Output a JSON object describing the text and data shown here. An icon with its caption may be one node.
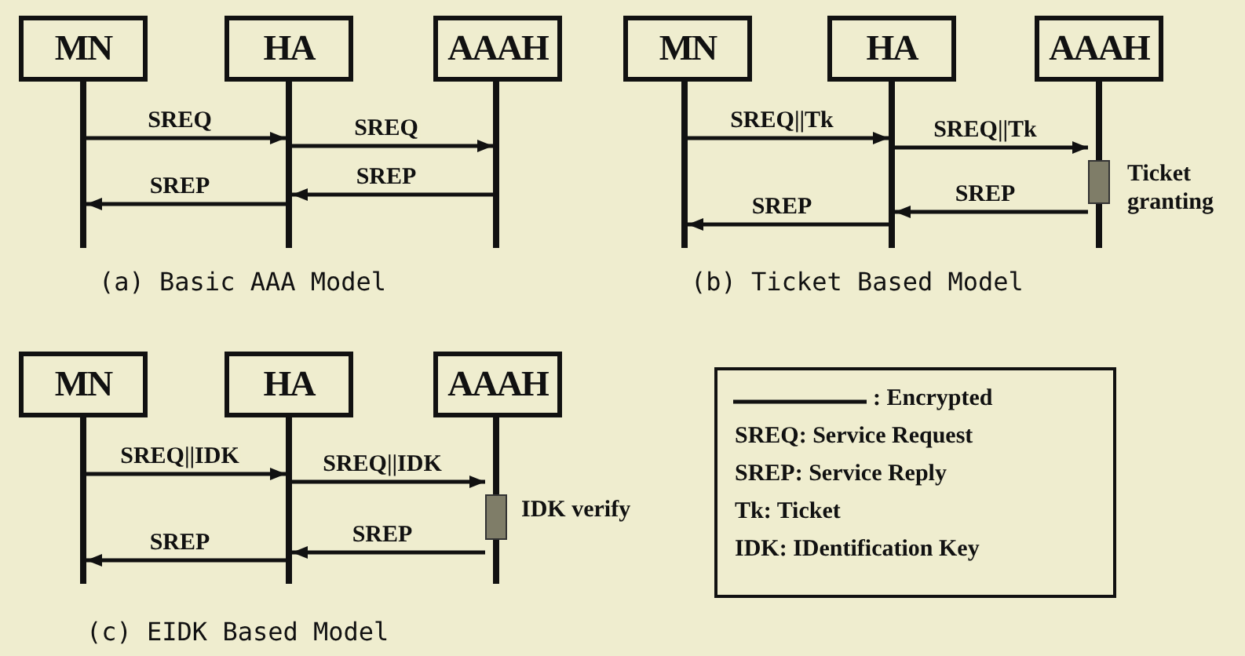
{
  "diagram": {
    "nodes": [
      {
        "text": [
          "MN"
        ]
      },
      {
        "text": [
          "HA"
        ]
      },
      {
        "text": [
          "AAAH"
        ]
      },
      {
        "text": [],
        "shape": "line"
      },
      {
        "text": [],
        "shape": "line"
      },
      {
        "text": [],
        "shape": "line"
      },
      {
        "text": [
          "MN"
        ]
      },
      {
        "text": [
          "HA"
        ]
      },
      {
        "text": [
          "AAAH"
        ]
      },
      {
        "text": [],
        "shape": "line"
      },
      {
        "text": [],
        "shape": "line"
      },
      {
        "text": [],
        "shape": "line"
      },
      {
        "text": [],
        "shape": "bar",
        "beside": [
          "Ticket granting"
        ],
        "in": 11
      },
      {
        "text": [
          "MN"
        ]
      },
      {
        "text": [
          "HA"
        ]
      },
      {
        "text": [
          "AAAH"
        ]
      },
      {
        "text": [],
        "shape": "line"
      },
      {
        "text": [],
        "shape": "line"
      },
      {
        "text": [],
        "shape": "line"
      },
      {
        "text": [],
        "shape": "bar",
        "beside": [
          "IDK verify"
        ],
        "in": 18
      }
    ],
    "edges": [
      {
        "from": 3,
        "to": 4,
        "arrow": "to",
        "label": "SREQ"
      },
      {
        "from": 4,
        "to": 5,
        "arrow": "to",
        "label": "SREQ"
      },
      {
        "from": 5,
        "to": 4,
        "arrow": "to",
        "label": "SREP"
      },
      {
        "from": 4,
        "to": 3,
        "arrow": "to",
        "label": "SREP"
      },
      {
        "from": 9,
        "to": 10,
        "arrow": "to",
        "label": "SREQ||Tk"
      },
      {
        "from": 10,
        "to": 11,
        "arrow": "to",
        "label": "SREQ||Tk"
      },
      {
        "from": 11,
        "to": 10,
        "arrow": "to",
        "label": "SREP"
      },
      {
        "from": 10,
        "to": 9,
        "arrow": "to",
        "label": "SREP"
      },
      {
        "from": 16,
        "to": 17,
        "arrow": "to",
        "label": "SREQ||IDK"
      },
      {
        "from": 17,
        "to": 18,
        "arrow": "to",
        "label": "SREQ||IDK"
      },
      {
        "from": 18,
        "to": 17,
        "arrow": "to",
        "label": "SREP"
      },
      {
        "from": 17,
        "to": 16,
        "arrow": "to",
        "label": "SREP"
      }
    ],
    "labels": [
      "(a) Basic AAA Model",
      "(b) Ticket Based Model",
      "(c) EIDK Based Model",
      "SREQ: Service Request",
      "SREP: Service Reply",
      "Tk: Ticket",
      "IDK: IDentification Key"
    ],
    "legend": [
      {
        "text": ": Encrypted"
      }
    ]
  }
}
